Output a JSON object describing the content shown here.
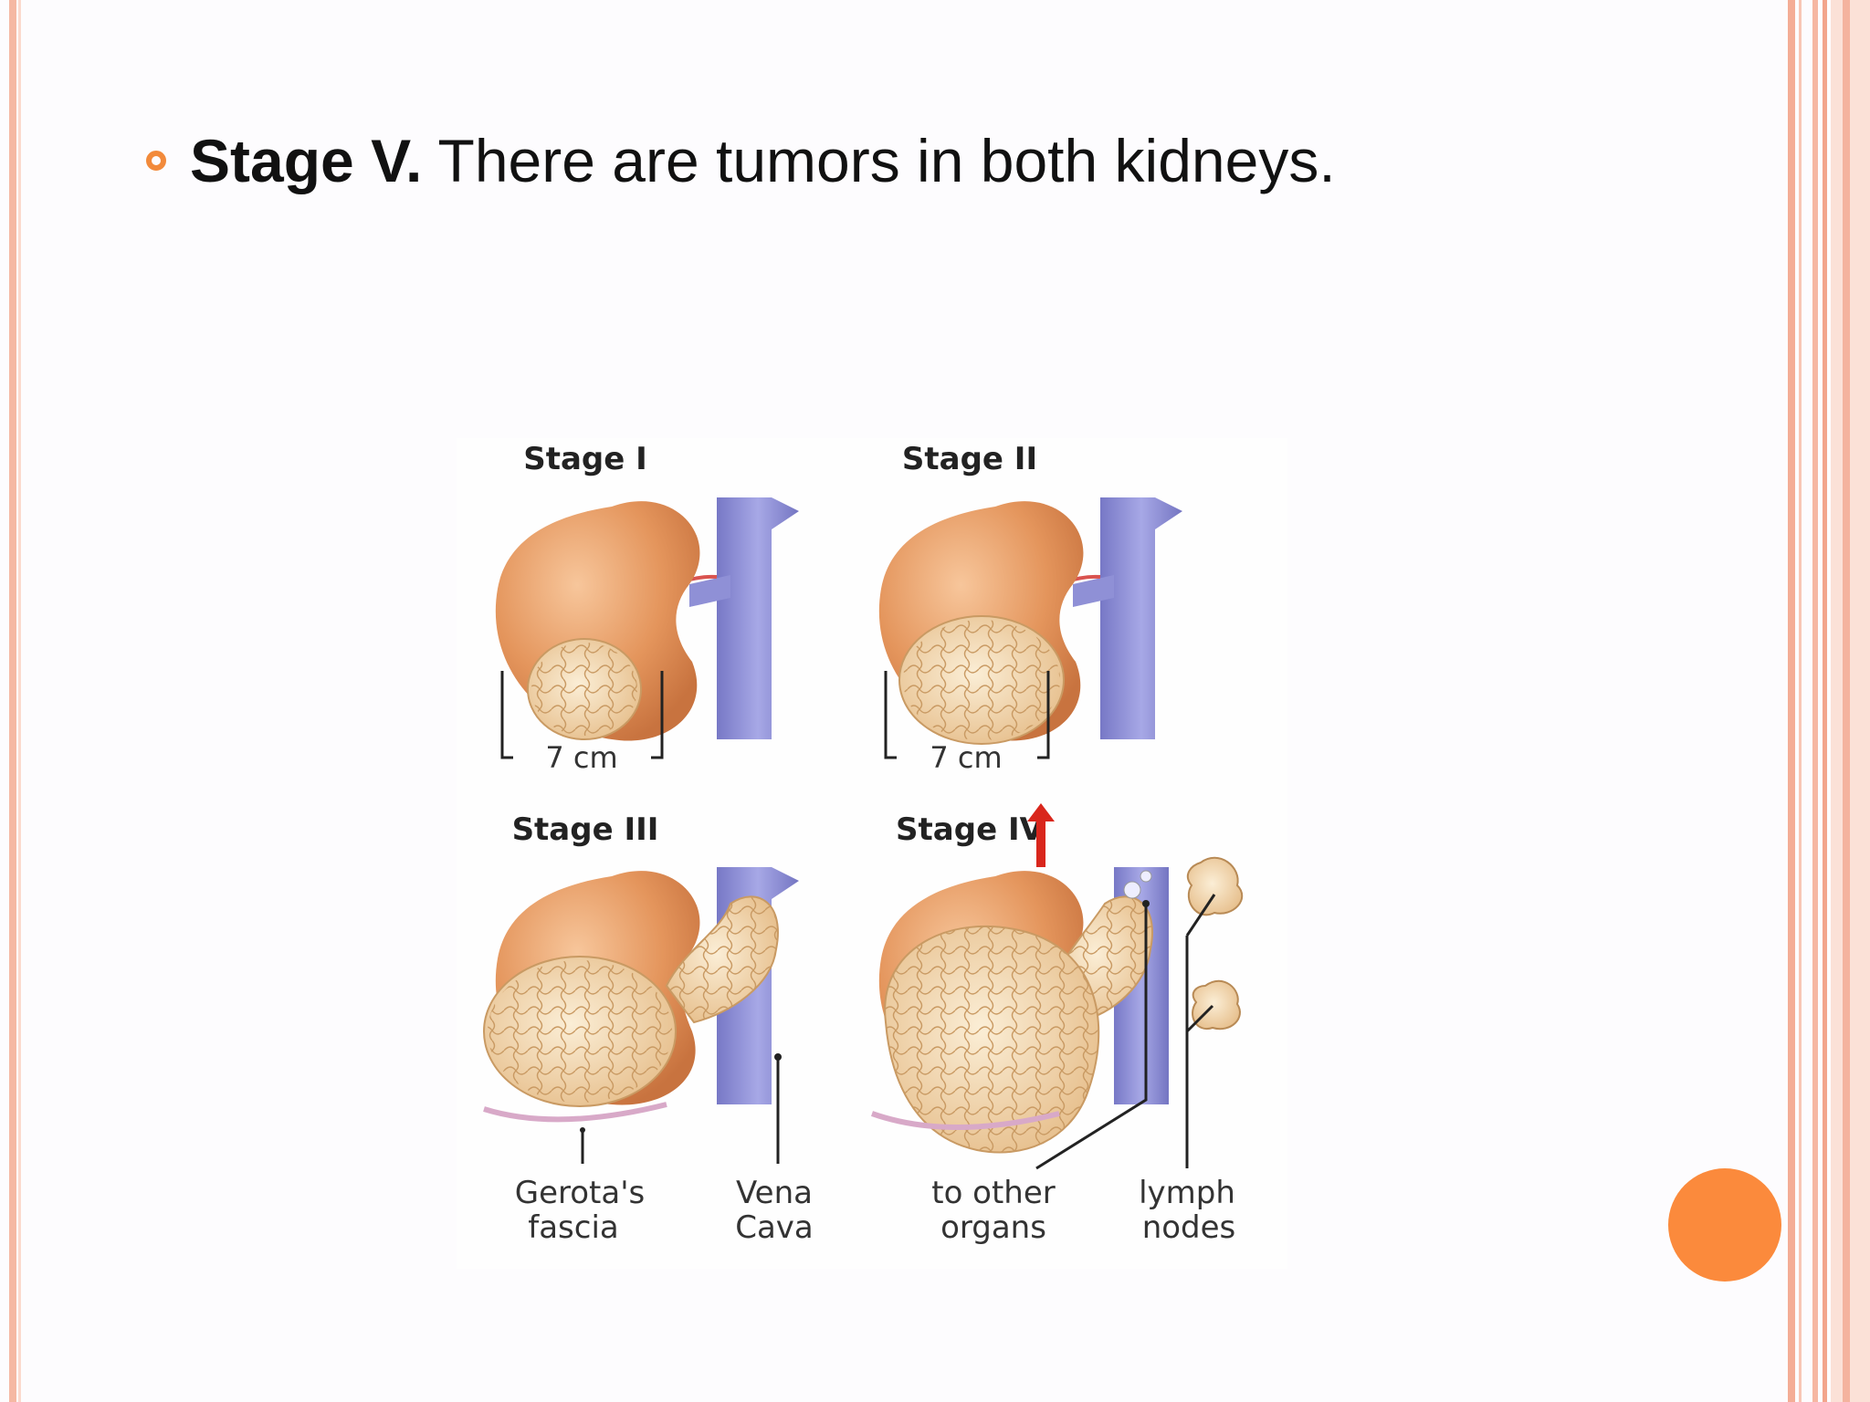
{
  "slide": {
    "bullet": {
      "bold_text": "Stage V.",
      "text": " There are tumors in both kidneys."
    }
  },
  "figure": {
    "stage_1_title": "Stage I",
    "stage_2_title": "Stage II",
    "stage_3_title": "Stage III",
    "stage_4_title": "Stage IV",
    "size_label_1": "7 cm",
    "size_label_2": "7 cm",
    "labels": {
      "gerota_line1": "Gerota's",
      "gerota_line2": "fascia",
      "vena_line1": "Vena",
      "vena_line2": "Cava",
      "organs_line1": "to other",
      "organs_line2": "organs",
      "lymph_line1": "lymph",
      "lymph_line2": "nodes"
    }
  },
  "colors": {
    "accent": "#f28a3b",
    "nav_dot": "#fb8a3c",
    "frame": "#f5b8a3",
    "kidney": "#e89a62",
    "vein": "#8e8fd6",
    "tumor": "#f3dcb8"
  },
  "icons": {
    "bullet": "ring-bullet-icon",
    "nav": "next-slide-dot-icon"
  }
}
